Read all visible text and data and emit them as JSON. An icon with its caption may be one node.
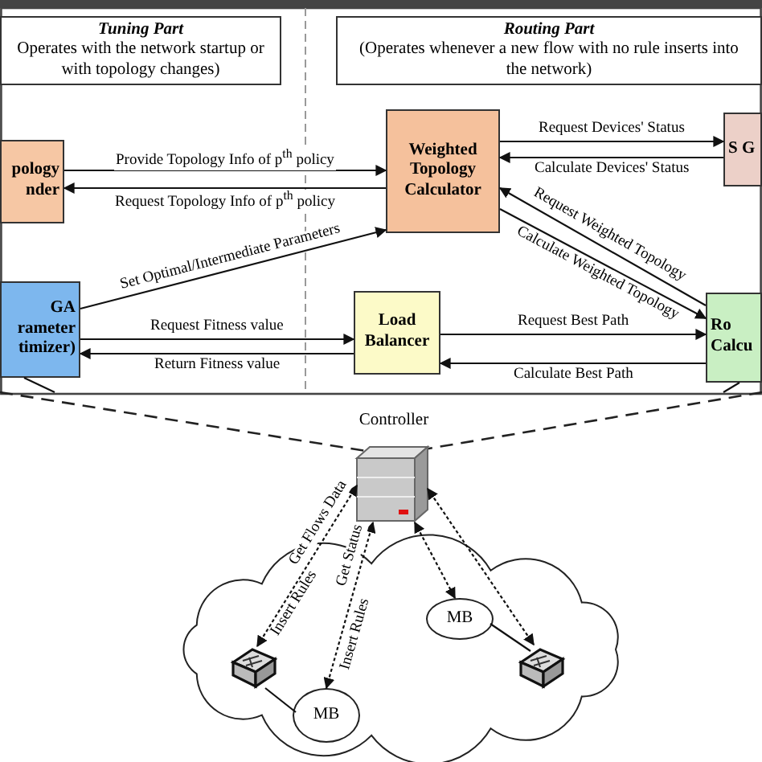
{
  "diagram": {
    "nodes": [
      {
        "text": [
          "Tuning Part",
          "Operates with the network startup or with topology changes)"
        ]
      },
      {
        "text": [
          "Routing Part",
          "(Operates whenever a new flow with no rule inserts into the network)"
        ]
      },
      {
        "text": [
          "pology nder"
        ]
      },
      {
        "text": [
          "Weighted Topology Calculator"
        ]
      },
      {
        "text": [
          "S G"
        ]
      },
      {
        "text": [
          "GA rameter timizer)"
        ]
      },
      {
        "text": [
          "Load Balancer"
        ]
      },
      {
        "text": [
          "Ro Calcu"
        ]
      },
      {
        "text": [
          "Controller"
        ]
      },
      {
        "text": [],
        "shape": "cloud"
      },
      {
        "text": [],
        "shape": "box",
        "in": 9
      },
      {
        "text": [
          "MB"
        ],
        "in": 9
      },
      {
        "text": [],
        "shape": "box",
        "in": 9
      },
      {
        "text": [
          "MB"
        ],
        "in": 9
      }
    ],
    "edges": [
      {
        "from": 2,
        "to": 3,
        "arrow": "to",
        "label": "Provide Topology Info of p$^{th}$ policy"
      },
      {
        "from": 3,
        "to": 2,
        "arrow": "to",
        "label": "Request Topology Info of p$^{th}$ policy"
      },
      {
        "from": 5,
        "to": 3,
        "arrow": "to",
        "label": "Set Optimal/Intermediate Parameters"
      },
      {
        "from": 3,
        "to": 4,
        "arrow": "to",
        "label": "Request Devices' Status"
      },
      {
        "from": 4,
        "to": 3,
        "arrow": "to",
        "label": "Calculate Devices' Status"
      },
      {
        "from": 7,
        "to": 3,
        "arrow": "to",
        "label": "Request Weighted Topology"
      },
      {
        "from": 3,
        "to": 7,
        "arrow": "to",
        "label": "Calculate Weighted Topology"
      },
      {
        "from": 5,
        "to": 6,
        "arrow": "to",
        "label": "Request Fitness value"
      },
      {
        "from": 6,
        "to": 5,
        "arrow": "to",
        "label": "Return Fitness value"
      },
      {
        "from": 6,
        "to": 7,
        "arrow": "to",
        "label": "Request Best Path"
      },
      {
        "from": 7,
        "to": 6,
        "arrow": "to",
        "label": "Calculate Best Path"
      },
      {
        "from": 5,
        "to": null,
        "arrow": "none"
      },
      {
        "from": 7,
        "to": null,
        "arrow": "none"
      },
      {
        "from": 8,
        "to": 10,
        "arrow": "both",
        "style": "dashed",
        "label": "Get Flows Data"
      },
      {
        "from": 8,
        "to": 13,
        "arrow": "both",
        "style": "dashed",
        "label": "Get Status"
      },
      {
        "from": 8,
        "to": 11,
        "arrow": "both",
        "style": "dashed"
      },
      {
        "from": 8,
        "to": 12,
        "arrow": "both",
        "style": "dashed"
      },
      {
        "from": 10,
        "to": 13,
        "arrow": "none"
      },
      {
        "from": 11,
        "to": 12,
        "arrow": "none"
      }
    ],
    "labels": [
      "Insert Rules",
      "Insert Rules"
    ]
  }
}
